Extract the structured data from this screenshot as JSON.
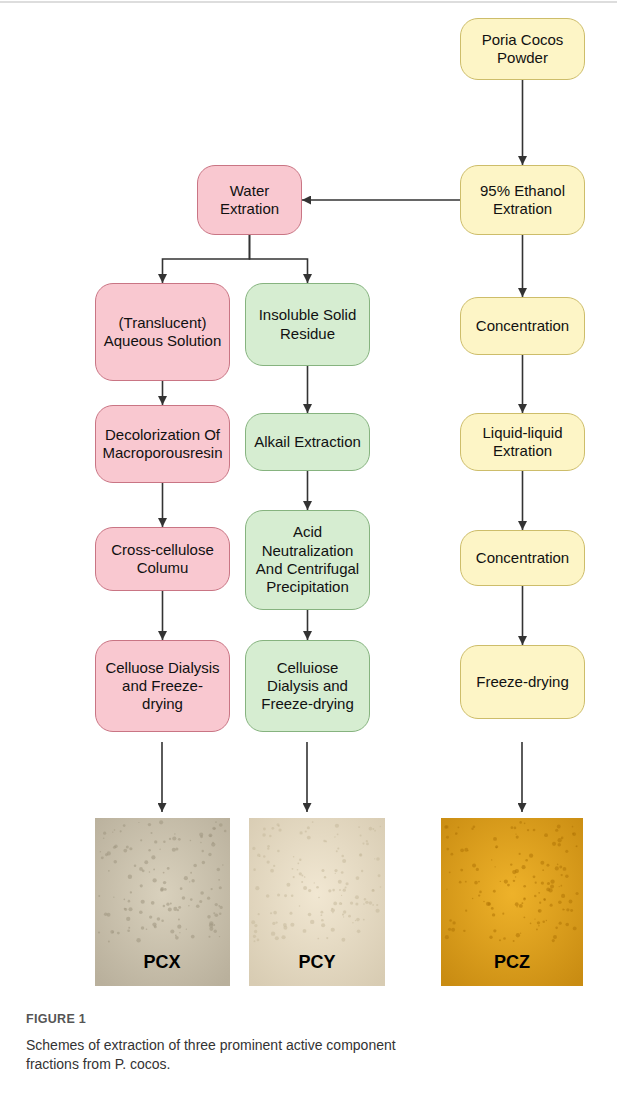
{
  "diagram": {
    "caption": "Schemes of extraction of three prominent active component fractions from P. cocos.",
    "nodes": [
      {
        "text": [
          "Poria Cocos Powder"
        ]
      },
      {
        "text": [
          "Water Extration"
        ]
      },
      {
        "text": [
          "95% Ethanol Extration"
        ]
      },
      {
        "text": [
          "(Translucent) Aqueous Solution"
        ]
      },
      {
        "text": [
          "Insoluble Solid Residue"
        ]
      },
      {
        "text": [
          "Concentration"
        ]
      },
      {
        "text": [
          "Decolorization Of Macroporousresin"
        ]
      },
      {
        "text": [
          "Alkail Extraction"
        ]
      },
      {
        "text": [
          "Liquid-liquid Extration"
        ]
      },
      {
        "text": [
          "Cross-cellulose Columu"
        ]
      },
      {
        "text": [
          "Acid Neutralization And Centrifugal Precipitation"
        ]
      },
      {
        "text": [
          "Concentration"
        ]
      },
      {
        "text": [
          "Celluose Dialysis and Freeze-drying"
        ]
      },
      {
        "text": [
          "Celluiose Dialysis and Freeze-drying"
        ]
      },
      {
        "text": [
          "Freeze-drying"
        ]
      }
    ],
    "edges": [
      {
        "from": 0,
        "to": 2,
        "arrow": "to"
      },
      {
        "from": 2,
        "to": 1,
        "arrow": "to"
      },
      {
        "from": 1,
        "to": 3,
        "arrow": "to"
      },
      {
        "from": 1,
        "to": 4,
        "arrow": "to"
      },
      {
        "from": 2,
        "to": 5,
        "arrow": "to"
      },
      {
        "from": 3,
        "to": 6,
        "arrow": "to"
      },
      {
        "from": 4,
        "to": 7,
        "arrow": "to"
      },
      {
        "from": 5,
        "to": 8,
        "arrow": "to"
      },
      {
        "from": 6,
        "to": 9,
        "arrow": "to"
      },
      {
        "from": 7,
        "to": 10,
        "arrow": "to"
      },
      {
        "from": 8,
        "to": 11,
        "arrow": "to"
      },
      {
        "from": 9,
        "to": 12,
        "arrow": "to"
      },
      {
        "from": 10,
        "to": 13,
        "arrow": "to"
      },
      {
        "from": 11,
        "to": 14,
        "arrow": "to"
      }
    ],
    "labels": [
      "PCX",
      "PCY",
      "PCZ",
      "FIGURE 1"
    ]
  }
}
